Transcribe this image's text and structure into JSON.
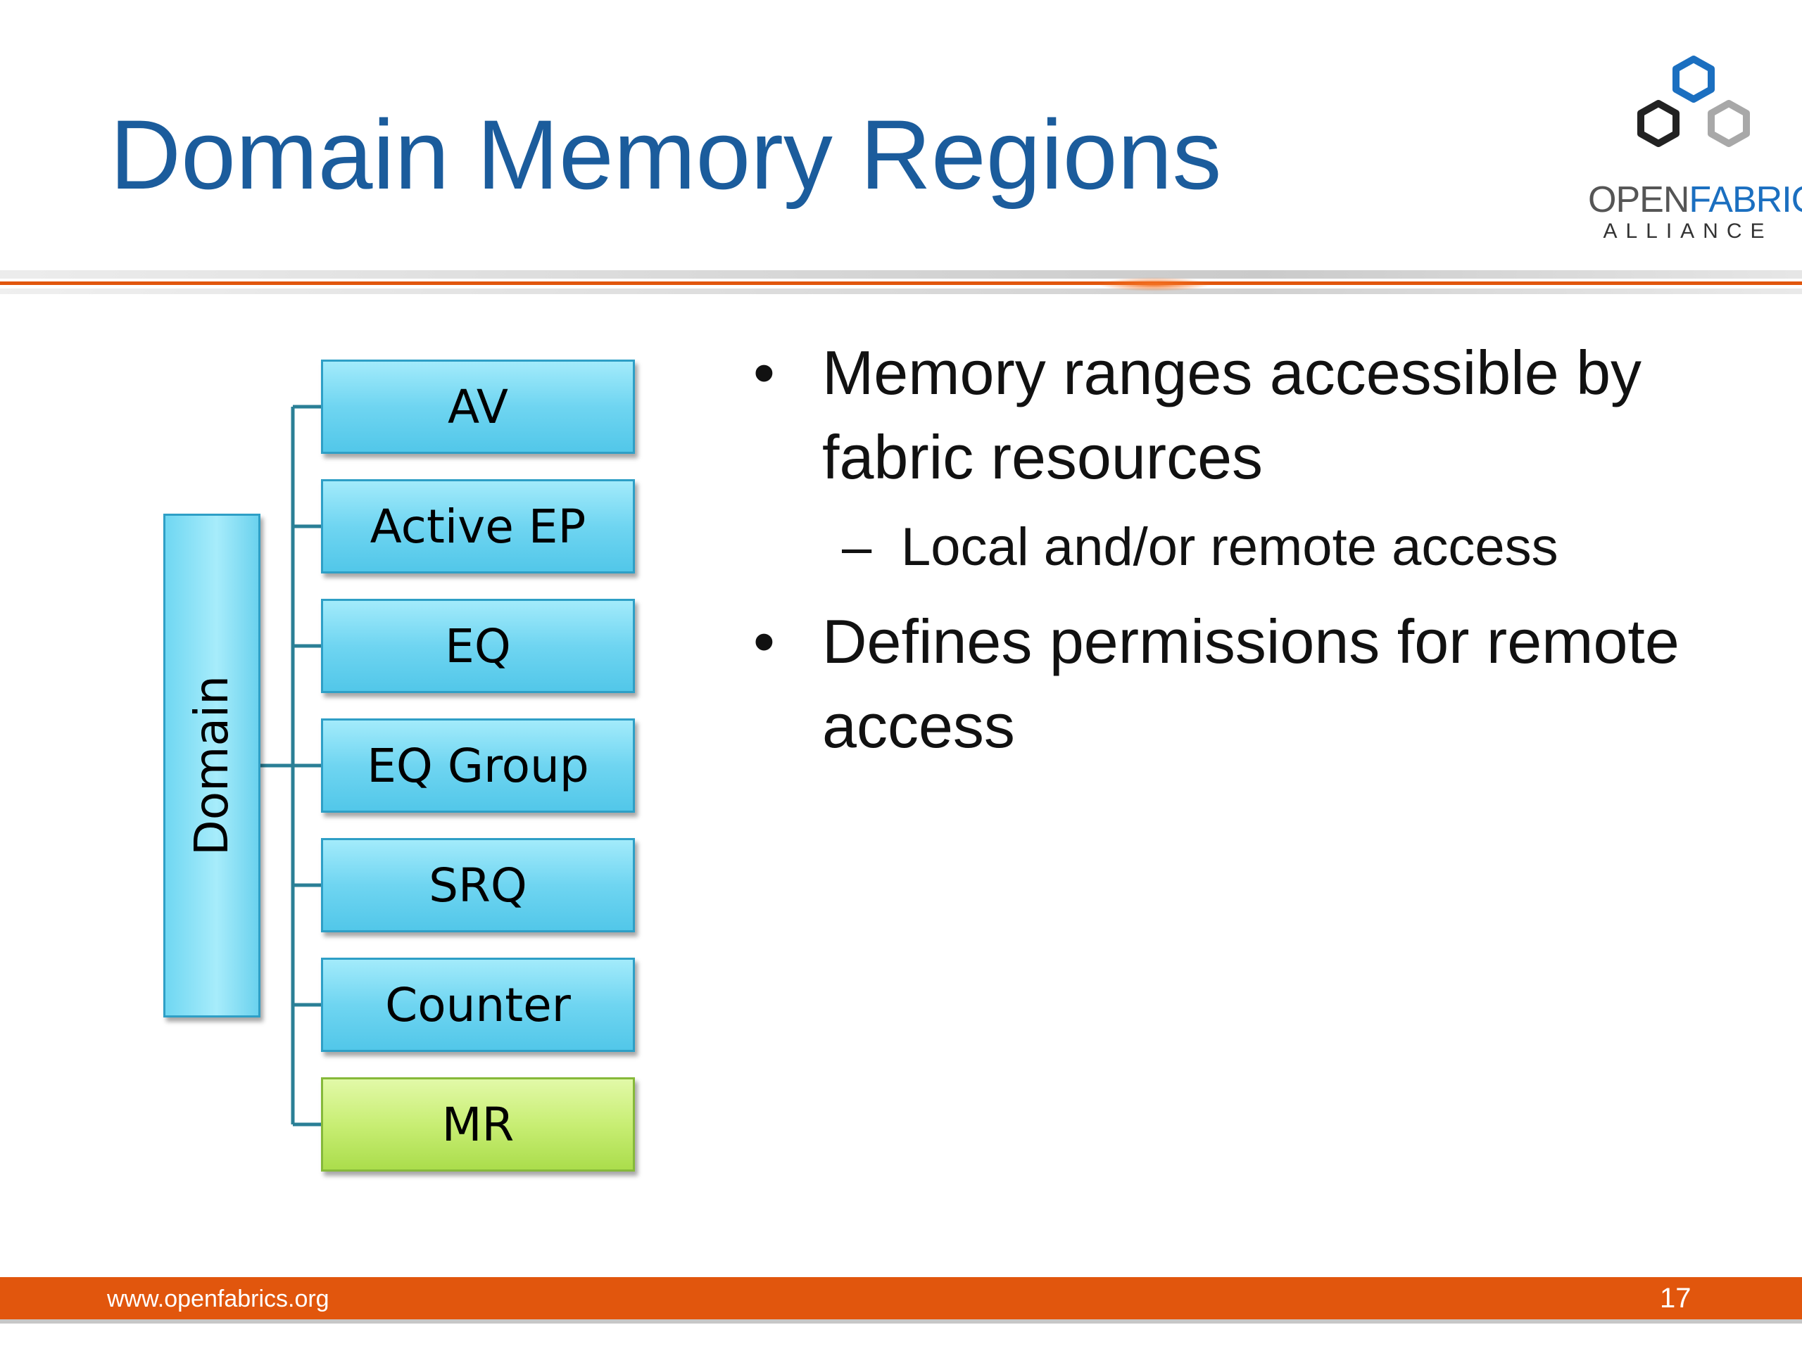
{
  "slide": {
    "title": "Domain Memory Regions",
    "logo": {
      "word_open": "OPEN",
      "word_fabrics": "FABRICS",
      "sub": "ALLIANCE"
    },
    "diagram": {
      "root": "Domain",
      "children": [
        "AV",
        "Active EP",
        "EQ",
        "EQ Group",
        "SRQ",
        "Counter",
        "MR"
      ],
      "highlighted": "MR",
      "colors": {
        "box_blue": "#6fd5f1",
        "box_green": "#c8ee74",
        "connector": "#2a7f96"
      }
    },
    "bullets": [
      {
        "text": "Memory ranges accessible by fabric resources",
        "sub": [
          "Local and/or remote access"
        ]
      },
      {
        "text": "Defines permissions for remote access",
        "sub": []
      }
    ],
    "footer": {
      "url": "www.openfabrics.org",
      "page": "17",
      "color": "#e1560d"
    },
    "title_color": "#1b5c9c"
  }
}
